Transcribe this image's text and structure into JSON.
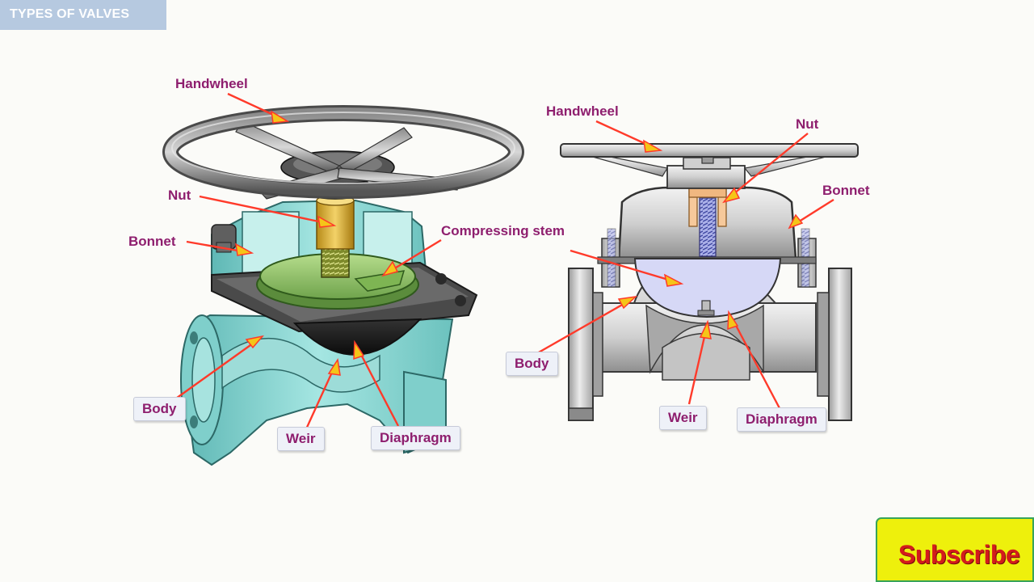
{
  "header": {
    "title": "TYPES OF VALVES"
  },
  "left_diagram": {
    "labels": {
      "handwheel": "Handwheel",
      "nut": "Nut",
      "bonnet": "Bonnet",
      "compressing_stem": "Compressing stem",
      "body": "Body",
      "weir": "Weir",
      "diaphragm": "Diaphragm"
    }
  },
  "right_diagram": {
    "labels": {
      "handwheel": "Handwheel",
      "nut": "Nut",
      "bonnet": "Bonnet",
      "body": "Body",
      "weir": "Weir",
      "diaphragm": "Diaphragm"
    }
  },
  "subscribe": {
    "label": "Subscribe"
  },
  "colors": {
    "label_text": "#8e1e6e",
    "arrow": "#ff3a2a",
    "arrow_head": "#f5c518",
    "valve_body_teal": "#8ed8d4",
    "valve_metal_grey": "#c8c8c8",
    "diaphragm_fill": "#d6d8f6",
    "subscribe_bg": "#eef00c",
    "subscribe_text": "#d31c1c"
  }
}
